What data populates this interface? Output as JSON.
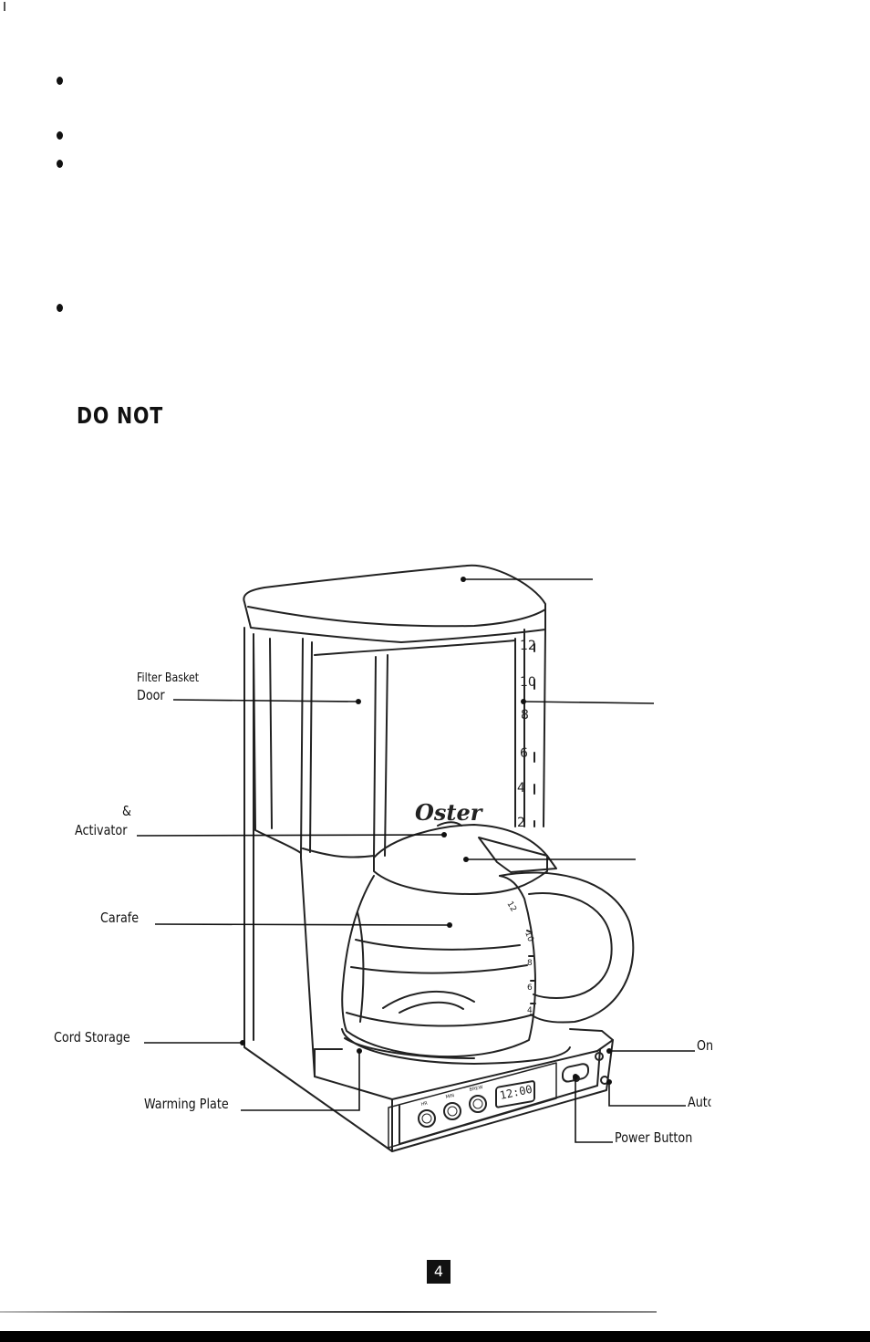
{
  "heading": "DO NOT",
  "labels": {
    "filter_basket": "Filter Basket",
    "door": "Door",
    "ampersand": "&",
    "activator": "Activator",
    "carafe": "Carafe",
    "cord_storage": "Cord Storage",
    "warming_plate": "Warming Plate",
    "on": "On",
    "auto": "Auto",
    "power_button": "Power Button"
  },
  "brand": "Oster",
  "water_scale": [
    "12",
    "10",
    "8",
    "6",
    "4",
    "2"
  ],
  "carafe_scale": [
    "12",
    "10",
    "8",
    "6",
    "4"
  ],
  "control_buttons": [
    "HR",
    "MIN",
    "BREW"
  ],
  "clock_display": "12:00",
  "page_number": "4",
  "colors": {
    "ink": "#111111",
    "paper": "#ffffff"
  }
}
